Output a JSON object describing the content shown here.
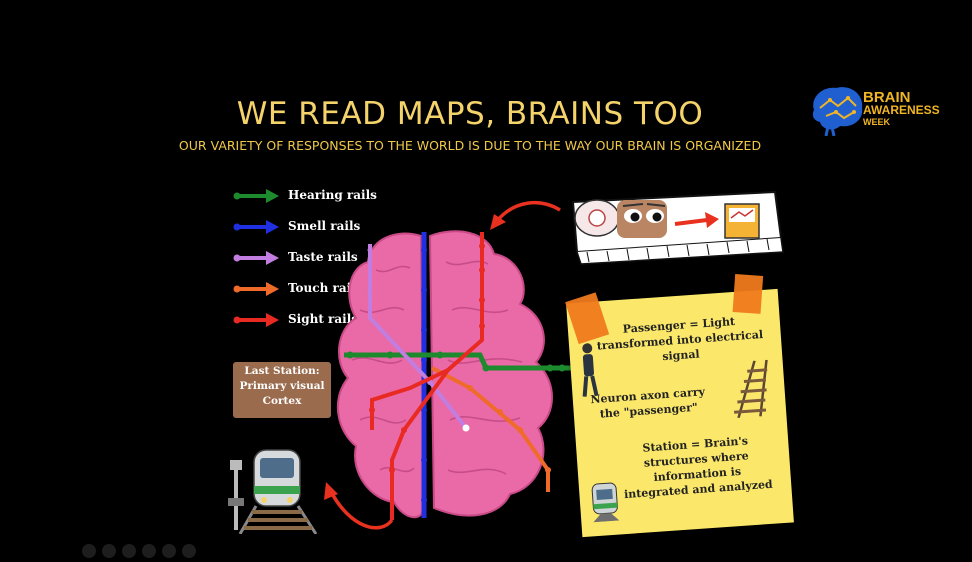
{
  "slide": {
    "title": "WE READ MAPS, BRAINS TOO",
    "subtitle": "OUR VARIETY OF RESPONSES TO THE WORLD IS DUE TO THE WAY OUR BRAIN IS ORGANIZED"
  },
  "logo": {
    "line1": "BRAIN",
    "line2": "AWARENESS",
    "line3": "WEEK"
  },
  "legend": {
    "items": [
      {
        "label": "Hearing rails",
        "color": "#1e8a2e"
      },
      {
        "label": "Smell rails",
        "color": "#2030e0"
      },
      {
        "label": "Taste rails",
        "color": "#c27de0"
      },
      {
        "label": "Touch rails",
        "color": "#f06a2a"
      },
      {
        "label": "Sight rails",
        "color": "#e82a22"
      }
    ]
  },
  "last_station": {
    "line1": "Last Station:",
    "line2": "Primary visual",
    "line3": "Cortex"
  },
  "note": {
    "passenger_1": "Passenger = Light",
    "passenger_2": "transformed into electrical",
    "passenger_3": "signal",
    "neuron_1": "Neuron axon carry",
    "neuron_2": "the \"passenger\"",
    "station_1": "Station = Brain's",
    "station_2": "structures where",
    "station_3": "information is",
    "station_4": "integrated and analyzed"
  },
  "colors": {
    "title": "#f5d36b",
    "subtitle": "#f1c94a",
    "brain": "#e96aa6",
    "note": "#fbe86b",
    "tape": "#f07a1e",
    "arrow": "#e8311f"
  },
  "icons": [
    "brain-logo-icon",
    "eye-icon",
    "retina-icon",
    "train-icon",
    "railroad-track-icon",
    "person-icon"
  ]
}
